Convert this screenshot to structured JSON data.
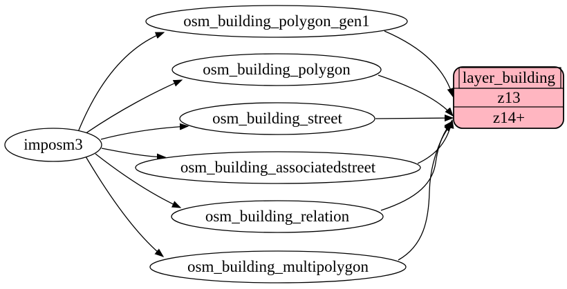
{
  "diagram": {
    "kind": "etl-flow-graph",
    "source": {
      "label": "imposm3"
    },
    "tables": [
      {
        "label": "osm_building_polygon_gen1"
      },
      {
        "label": "osm_building_polygon"
      },
      {
        "label": "osm_building_street"
      },
      {
        "label": "osm_building_associatedstreet"
      },
      {
        "label": "osm_building_relation"
      },
      {
        "label": "osm_building_multipolygon"
      }
    ],
    "layer": {
      "title": "layer_building",
      "zoom_rows": [
        {
          "label": "z13"
        },
        {
          "label": "z14+"
        }
      ],
      "fill": "#ffb6c1",
      "stroke": "#000000"
    },
    "edges": [
      {
        "from": "imposm3",
        "to": "osm_building_polygon_gen1"
      },
      {
        "from": "imposm3",
        "to": "osm_building_polygon"
      },
      {
        "from": "imposm3",
        "to": "osm_building_street"
      },
      {
        "from": "imposm3",
        "to": "osm_building_associatedstreet"
      },
      {
        "from": "imposm3",
        "to": "osm_building_relation"
      },
      {
        "from": "imposm3",
        "to": "osm_building_multipolygon"
      },
      {
        "from": "osm_building_polygon_gen1",
        "to": "layer_building.z13"
      },
      {
        "from": "osm_building_polygon",
        "to": "layer_building.z14+"
      },
      {
        "from": "osm_building_street",
        "to": "layer_building.z14+"
      },
      {
        "from": "osm_building_associatedstreet",
        "to": "layer_building.z14+"
      },
      {
        "from": "osm_building_relation",
        "to": "layer_building.z14+"
      },
      {
        "from": "osm_building_multipolygon",
        "to": "layer_building.z14+"
      }
    ],
    "colors": {
      "background": "#ffffff",
      "node_fill": "#ffffff",
      "edge_stroke": "#000000"
    }
  }
}
